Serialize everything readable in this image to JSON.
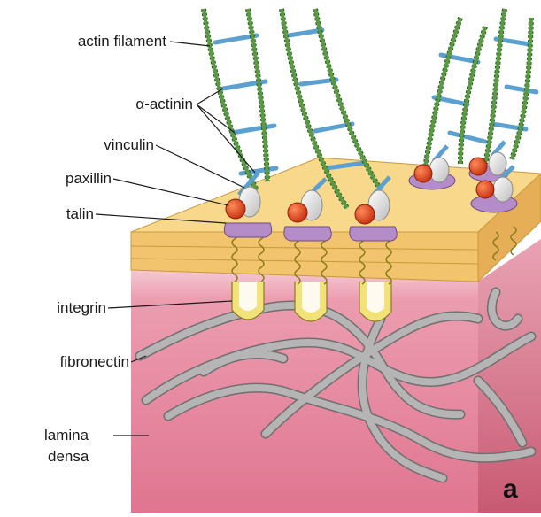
{
  "labels": {
    "actin_filament": "actin filament",
    "alpha_actinin": "α-actinin",
    "vinculin": "vinculin",
    "paxillin": "paxillin",
    "talin": "talin",
    "integrin": "integrin",
    "fibronectin": "fibronectin",
    "lamina_line1": "lamina",
    "lamina_line2": "densa"
  },
  "panel_letter": "a",
  "colors": {
    "membrane_top": "#f7d27e",
    "membrane_front": "#f3c46e",
    "membrane_side": "#e5a94e",
    "lamina_front": "#e57e96",
    "lamina_side": "#cf6178",
    "lamina_top_pale": "#f6d5dc",
    "actin": "#4a8a3a",
    "alpha_actinin": "#5aa0d0",
    "paxillin": "#e0421e",
    "vinculin": "#e6e6e6",
    "talin": "#b48cc8",
    "integrin": "#f2e27a",
    "fibronectin": "#a6a6a6"
  }
}
